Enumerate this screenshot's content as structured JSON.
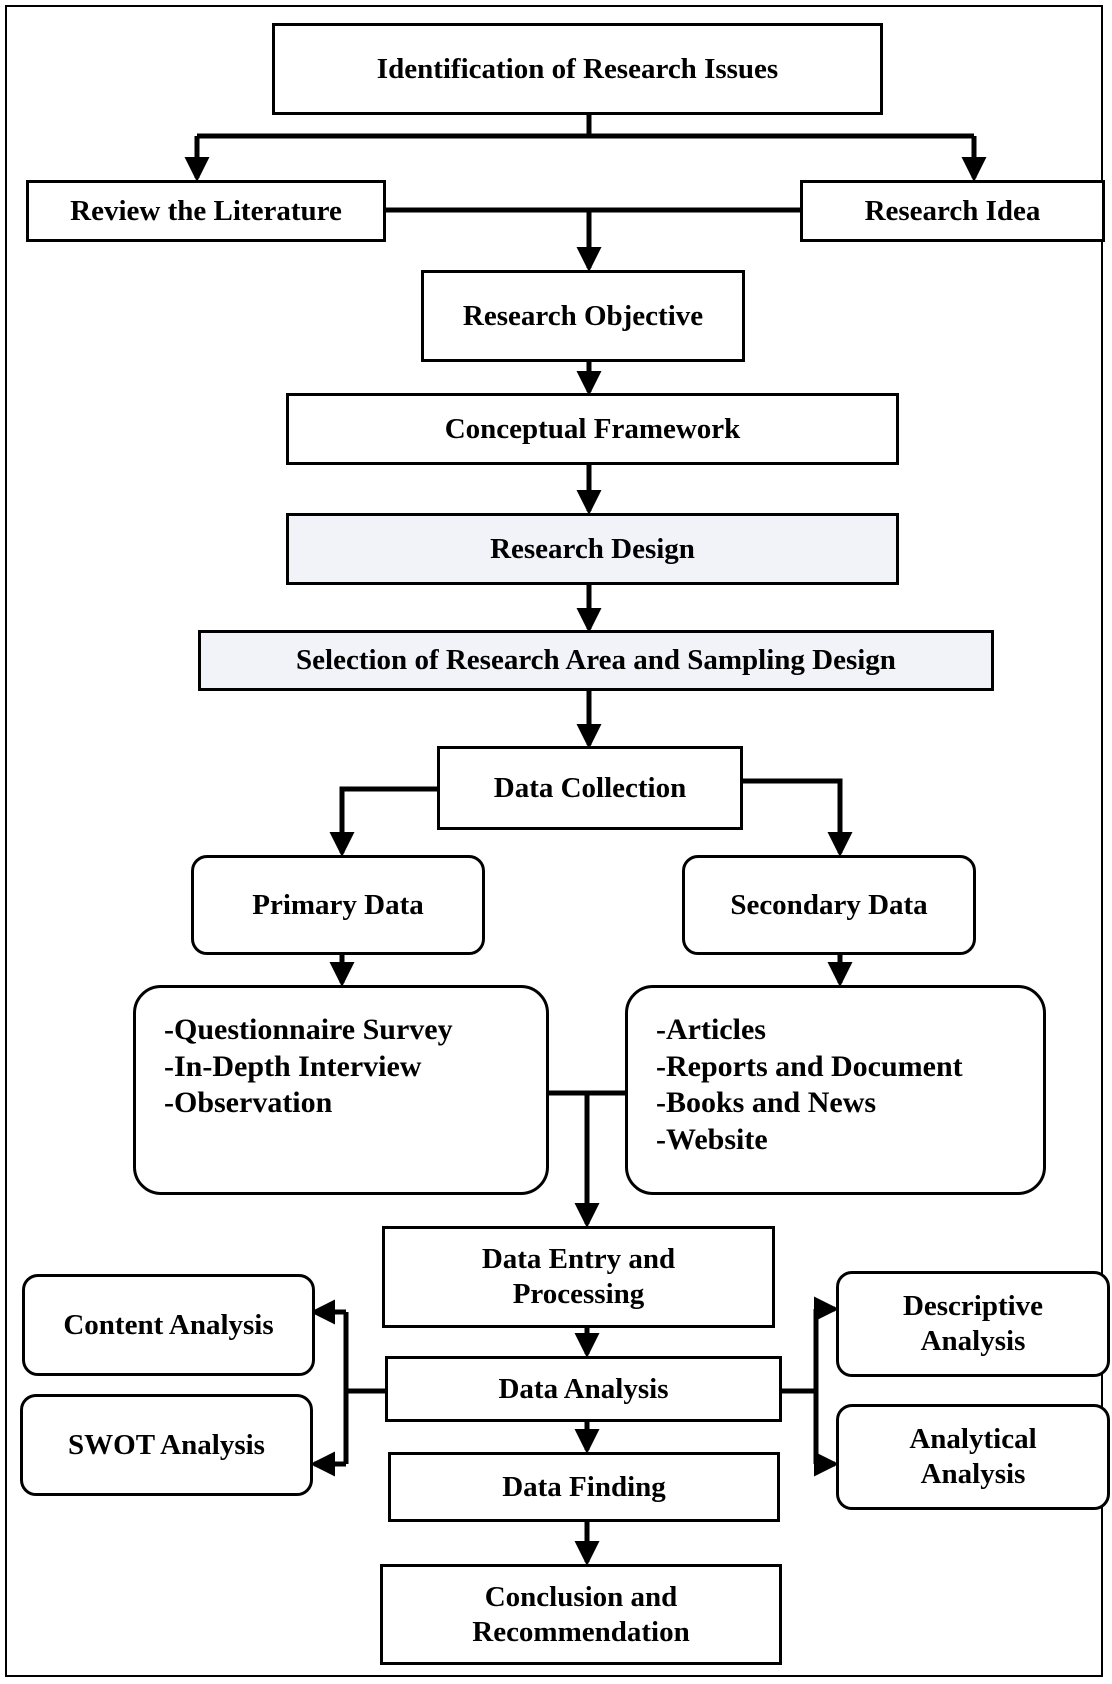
{
  "nodes": {
    "identification": "Identification of Research Issues",
    "review_literature": "Review the Literature",
    "research_idea": "Research Idea",
    "research_objective": "Research Objective",
    "conceptual_framework": "Conceptual Framework",
    "research_design": "Research Design",
    "selection": "Selection of Research Area and Sampling Design",
    "data_collection": "Data Collection",
    "primary_data": "Primary Data",
    "secondary_data": "Secondary Data",
    "primary_methods": [
      "-Questionnaire Survey",
      "-In-Depth Interview",
      "-Observation"
    ],
    "secondary_sources": [
      "-Articles",
      "-Reports and Document",
      "-Books and News",
      "-Website"
    ],
    "data_entry": "Data Entry and\nProcessing",
    "data_analysis": "Data Analysis",
    "data_finding": "Data Finding",
    "conclusion": "Conclusion and\nRecommendation",
    "content_analysis": "Content Analysis",
    "swot_analysis": "SWOT Analysis",
    "descriptive_analysis": "Descriptive\nAnalysis",
    "analytical_analysis": "Analytical\nAnalysis"
  },
  "colors": {
    "stroke": "#000000",
    "shaded_fill": "#f2f3f8"
  }
}
